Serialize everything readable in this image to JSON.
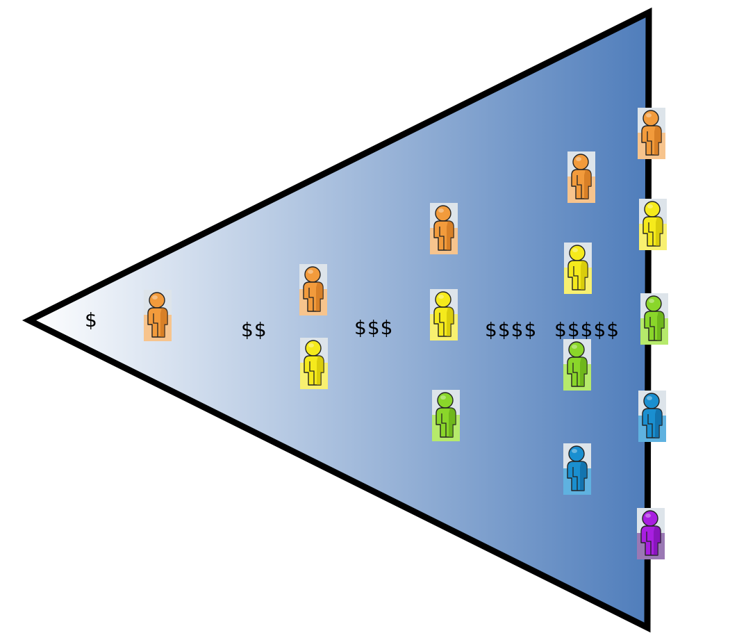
{
  "diagram": {
    "gradient": {
      "start_color": "#ffffff",
      "end_color": "#4f7dbb"
    },
    "outline_color": "#000000",
    "tiers": [
      {
        "label": "$"
      },
      {
        "label": "$$"
      },
      {
        "label": "$$$"
      },
      {
        "label": "$$$$"
      },
      {
        "label": "$$$$$"
      }
    ],
    "people": [
      {
        "tier": 1,
        "color": "orange"
      },
      {
        "tier": 2,
        "color": "orange"
      },
      {
        "tier": 2,
        "color": "yellow"
      },
      {
        "tier": 3,
        "color": "orange"
      },
      {
        "tier": 3,
        "color": "yellow"
      },
      {
        "tier": 3,
        "color": "green"
      },
      {
        "tier": 4,
        "color": "orange"
      },
      {
        "tier": 4,
        "color": "yellow"
      },
      {
        "tier": 4,
        "color": "green"
      },
      {
        "tier": 4,
        "color": "blue"
      },
      {
        "tier": 5,
        "color": "orange"
      },
      {
        "tier": 5,
        "color": "yellow"
      },
      {
        "tier": 5,
        "color": "green"
      },
      {
        "tier": 5,
        "color": "blue"
      },
      {
        "tier": 5,
        "color": "purple"
      }
    ],
    "person_colors": {
      "orange": {
        "body": "#f29b3c",
        "dark": "#c36a15",
        "tile": "#f7c48d"
      },
      "yellow": {
        "body": "#f5ea1c",
        "dark": "#c3b400",
        "tile": "#f8f070"
      },
      "green": {
        "body": "#8ad62a",
        "dark": "#5a9e10",
        "tile": "#b6ea6b"
      },
      "blue": {
        "body": "#1a8fd0",
        "dark": "#0e5f94",
        "tile": "#5fb2e0"
      },
      "purple": {
        "body": "#a81fe0",
        "dark": "#6f0e9e",
        "tile": "#9a78b4"
      }
    }
  }
}
